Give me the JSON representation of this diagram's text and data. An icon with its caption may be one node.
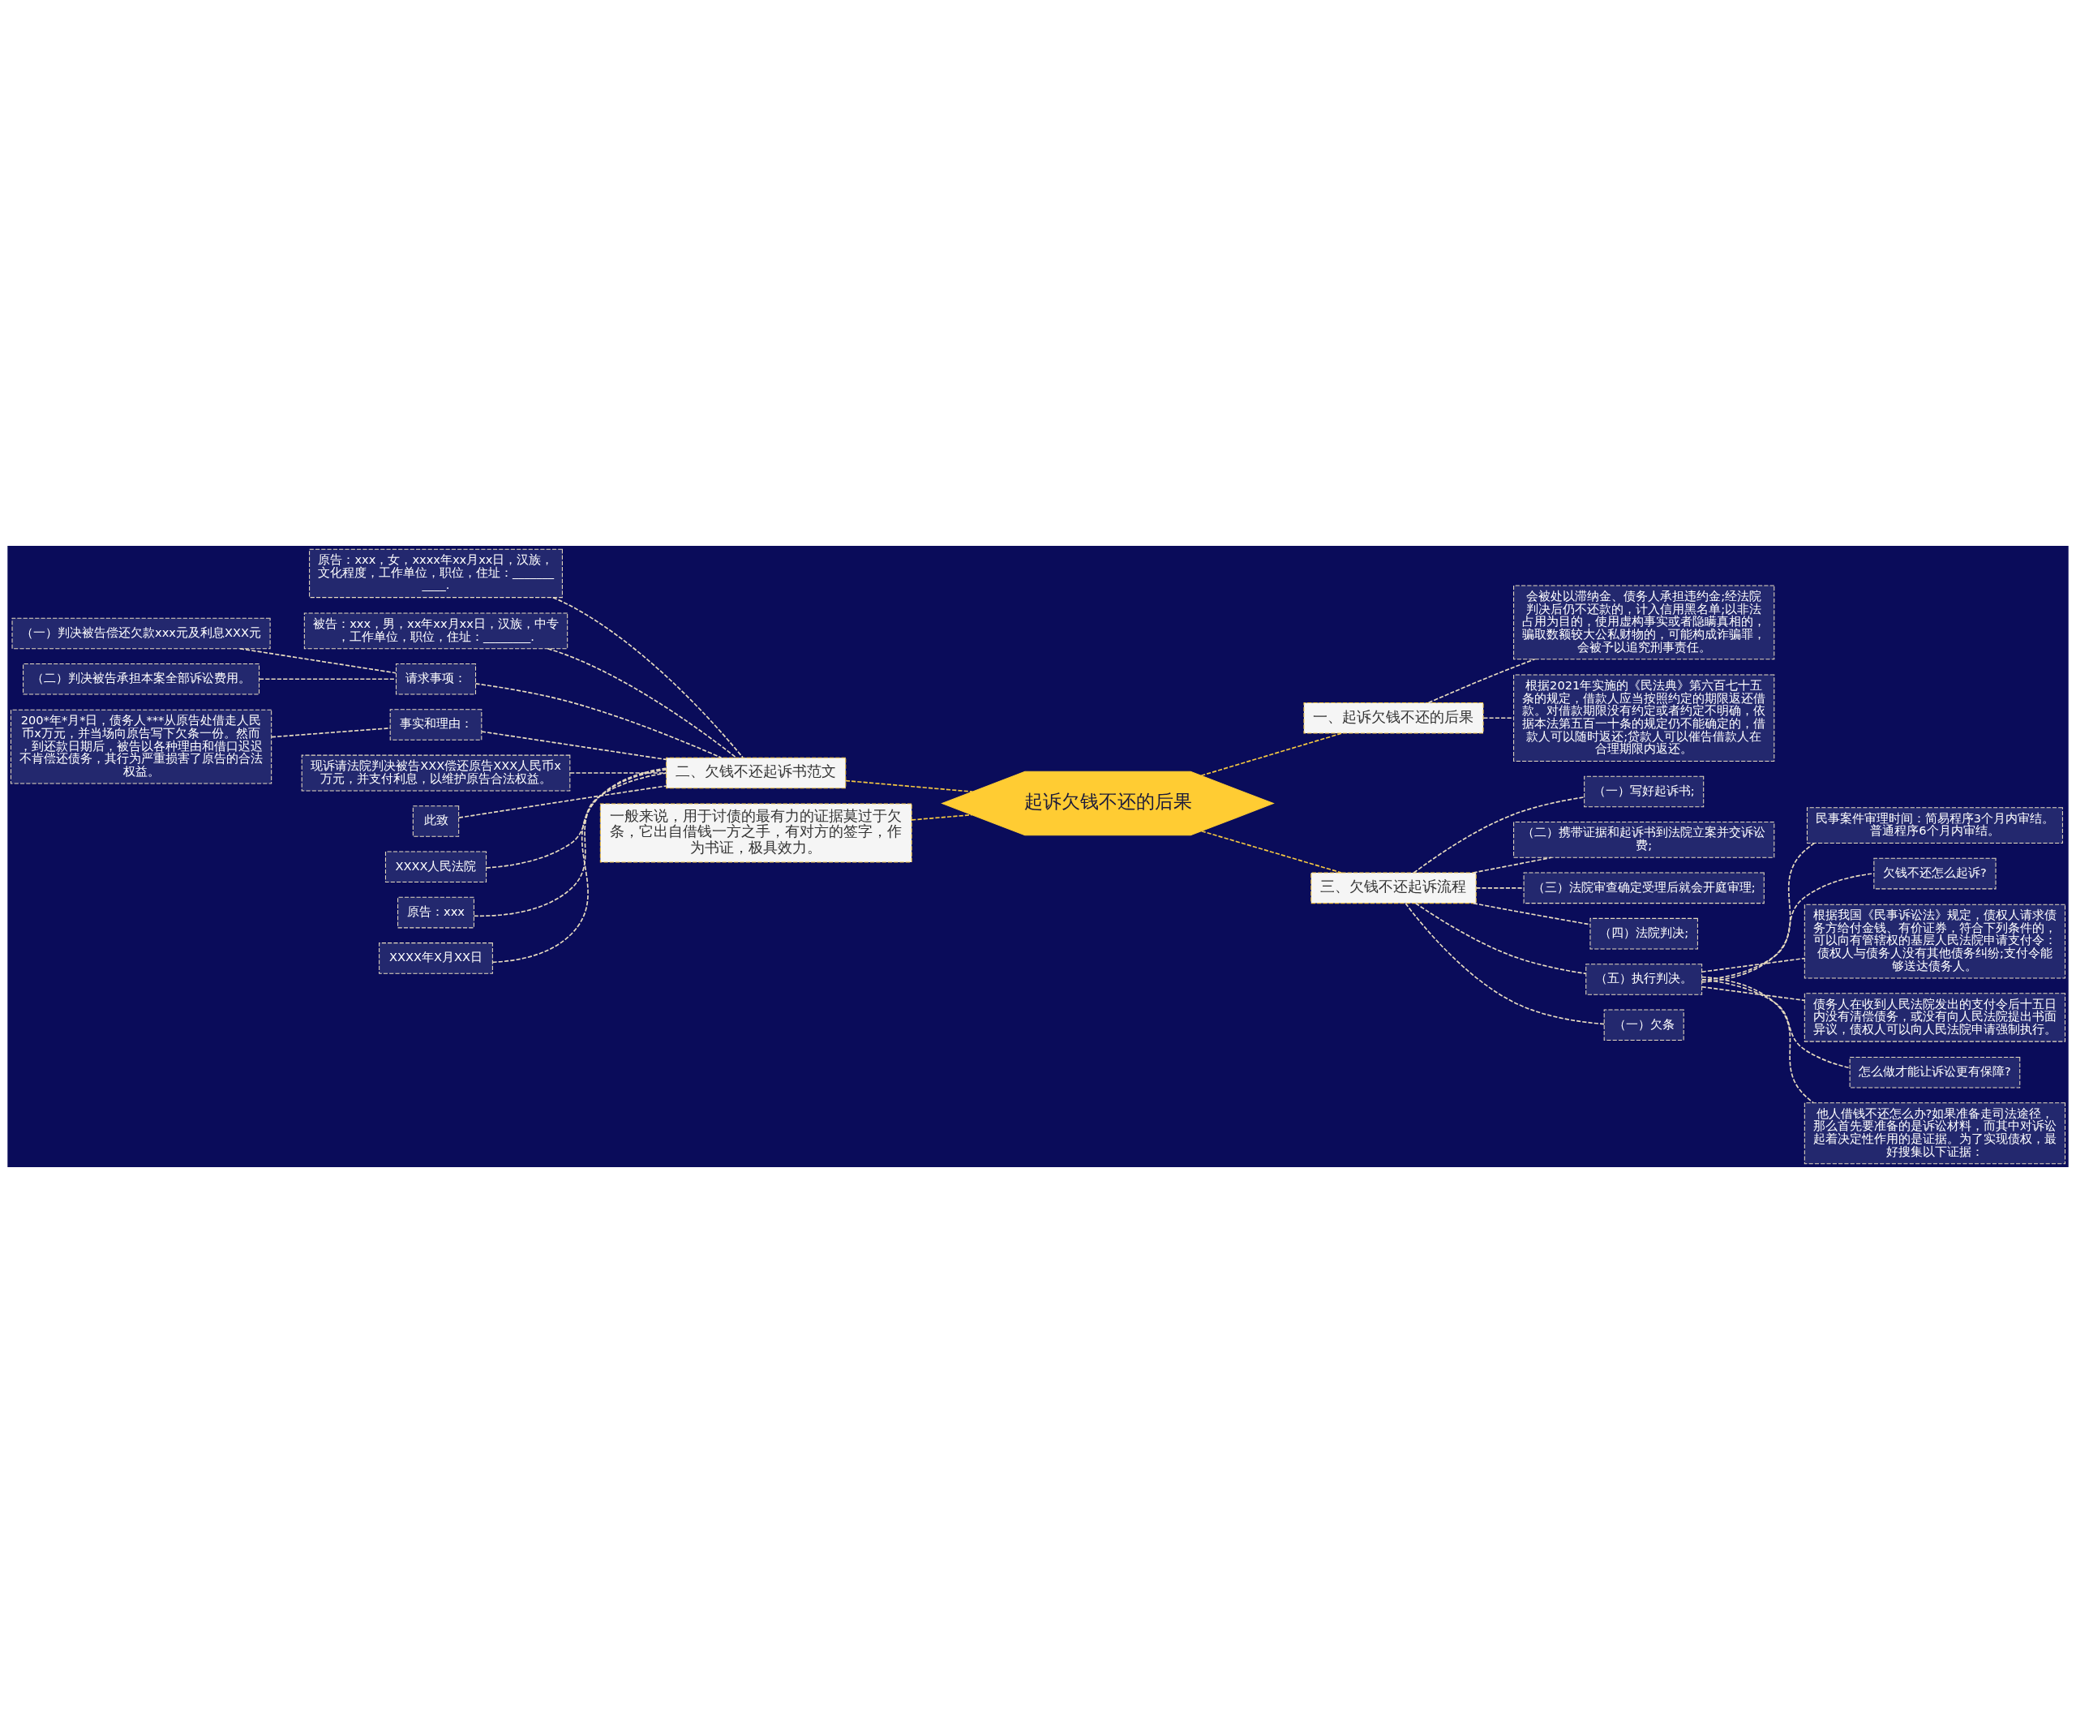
{
  "diagram": {
    "nodes": [
      {
        "text": [
          "起诉欠钱不还的后果"
        ]
      },
      {
        "text": [
          "一、起诉欠钱不还的后果"
        ]
      },
      {
        "text": [
          "会被处以滞纳金、债务人承担违约金;经法院判决后仍不还款的，计入信用黑名单;以非法占用为目的，使用虚构事实或者隐瞒真相的，骗取数额较大公私财物的，可能构成诈骗罪，会被予以追究刑事责任。"
        ]
      },
      {
        "text": [
          "根据2021年实施的《民法典》第六百七十五条的规定，借款人应当按照约定的期限返还借款。对借款期限没有约定或者约定不明确，依据本法第五百一十条的规定仍不能确定的，借款人可以随时返还;贷款人可以催告借款人在合理期限内返还。"
        ]
      },
      {
        "text": [
          "二、欠钱不还起诉书范文"
        ]
      },
      {
        "text": [
          "原告：xxx，女，xxxx年xx月xx日，汉族，文化程度，工作单位，职位，住址：___________."
        ]
      },
      {
        "text": [
          "被告：xxx，男，xx年xx月xx日，汉族，中专，工作单位，职位，住址：________."
        ]
      },
      {
        "text": [
          "请求事项："
        ]
      },
      {
        "text": [
          "（一）判决被告偿还欠款xxx元及利息XXX元"
        ]
      },
      {
        "text": [
          "（二）判决被告承担本案全部诉讼费用。"
        ]
      },
      {
        "text": [
          "事实和理由："
        ]
      },
      {
        "text": [
          "200*年*月*日，债务人***从原告处借走人民币x万元，并当场向原告写下欠条一份。然而，到还款日期后，被告以各种理由和借口迟迟不肯偿还债务，其行为严重损害了原告的合法权益。"
        ]
      },
      {
        "text": [
          "现诉请法院判决被告XXX偿还原告XXX人民币x万元，并支付利息，以维护原告合法权益。"
        ]
      },
      {
        "text": [
          "此致"
        ]
      },
      {
        "text": [
          "XXXX人民法院"
        ]
      },
      {
        "text": [
          "原告：xxx"
        ]
      },
      {
        "text": [
          "XXXX年X月XX日"
        ]
      },
      {
        "text": [
          "一般来说，用于讨债的最有力的证据莫过于欠条，它出自借钱一方之手，有对方的签字，作为书证，极具效力。"
        ]
      },
      {
        "text": [
          "三、欠钱不还起诉流程"
        ]
      },
      {
        "text": [
          "（一）写好起诉书;"
        ]
      },
      {
        "text": [
          "（二）携带证据和起诉书到法院立案并交诉讼费;"
        ]
      },
      {
        "text": [
          "（三）法院审查确定受理后就会开庭审理;"
        ]
      },
      {
        "text": [
          "（四）法院判决;"
        ]
      },
      {
        "text": [
          "（五）执行判决。"
        ]
      },
      {
        "text": [
          "民事案件审理时间：简易程序3个月内审结。普通程序6个月内审结。"
        ]
      },
      {
        "text": [
          "欠钱不还怎么起诉?"
        ]
      },
      {
        "text": [
          "根据我国《民事诉讼法》规定，债权人请求债务方给付金钱、有价证券，符合下列条件的，可以向有管辖权的基层人民法院申请支付令：债权人与债务人没有其他债务纠纷;支付令能够送达债务人。"
        ]
      },
      {
        "text": [
          "债务人在收到人民法院发出的支付令后十五日内没有清偿债务，或没有向人民法院提出书面异议，债权人可以向人民法院申请强制执行。"
        ]
      },
      {
        "text": [
          "怎么做才能让诉讼更有保障?"
        ]
      },
      {
        "text": [
          "他人借钱不还怎么办?如果准备走司法途径，那么首先要准备的是诉讼材料，而其中对诉讼起着决定性作用的是证据。为了实现债权，最好搜集以下证据："
        ]
      },
      {
        "text": [
          "（一）欠条"
        ]
      }
    ],
    "edges": [
      {
        "from": 0,
        "to": 1,
        "arrow": "none",
        "style": "dashed",
        "color": "#f5c842"
      },
      {
        "from": 1,
        "to": 2,
        "arrow": "none",
        "style": "dashed"
      },
      {
        "from": 1,
        "to": 3,
        "arrow": "none",
        "style": "dashed"
      },
      {
        "from": 0,
        "to": 4,
        "arrow": "none",
        "style": "dashed",
        "color": "#f5c842"
      },
      {
        "from": 4,
        "to": 5,
        "arrow": "none",
        "style": "dashed"
      },
      {
        "from": 4,
        "to": 6,
        "arrow": "none",
        "style": "dashed"
      },
      {
        "from": 4,
        "to": 7,
        "arrow": "none",
        "style": "dashed"
      },
      {
        "from": 7,
        "to": 8,
        "arrow": "none",
        "style": "dashed"
      },
      {
        "from": 7,
        "to": 9,
        "arrow": "none",
        "style": "dashed"
      },
      {
        "from": 4,
        "to": 10,
        "arrow": "none",
        "style": "dashed"
      },
      {
        "from": 10,
        "to": 11,
        "arrow": "none",
        "style": "dashed"
      },
      {
        "from": 4,
        "to": 12,
        "arrow": "none",
        "style": "dashed"
      },
      {
        "from": 4,
        "to": 13,
        "arrow": "none",
        "style": "dashed"
      },
      {
        "from": 4,
        "to": 14,
        "arrow": "none",
        "style": "dashed"
      },
      {
        "from": 4,
        "to": 15,
        "arrow": "none",
        "style": "dashed"
      },
      {
        "from": 4,
        "to": 16,
        "arrow": "none",
        "style": "dashed"
      },
      {
        "from": 0,
        "to": 17,
        "arrow": "none",
        "style": "dashed",
        "color": "#f5c842"
      },
      {
        "from": 0,
        "to": 18,
        "arrow": "none",
        "style": "dashed",
        "color": "#f5c842"
      },
      {
        "from": 18,
        "to": 19,
        "arrow": "none",
        "style": "dashed"
      },
      {
        "from": 18,
        "to": 20,
        "arrow": "none",
        "style": "dashed"
      },
      {
        "from": 18,
        "to": 21,
        "arrow": "none",
        "style": "dashed"
      },
      {
        "from": 18,
        "to": 22,
        "arrow": "none",
        "style": "dashed"
      },
      {
        "from": 18,
        "to": 23,
        "arrow": "none",
        "style": "dashed"
      },
      {
        "from": 23,
        "to": 24,
        "arrow": "none",
        "style": "dashed"
      },
      {
        "from": 23,
        "to": 25,
        "arrow": "none",
        "style": "dashed"
      },
      {
        "from": 23,
        "to": 26,
        "arrow": "none",
        "style": "dashed"
      },
      {
        "from": 23,
        "to": 27,
        "arrow": "none",
        "style": "dashed"
      },
      {
        "from": 23,
        "to": 28,
        "arrow": "none",
        "style": "dashed"
      },
      {
        "from": 23,
        "to": 29,
        "arrow": "none",
        "style": "dashed"
      },
      {
        "from": 18,
        "to": 30,
        "arrow": "none",
        "style": "dashed"
      }
    ]
  }
}
